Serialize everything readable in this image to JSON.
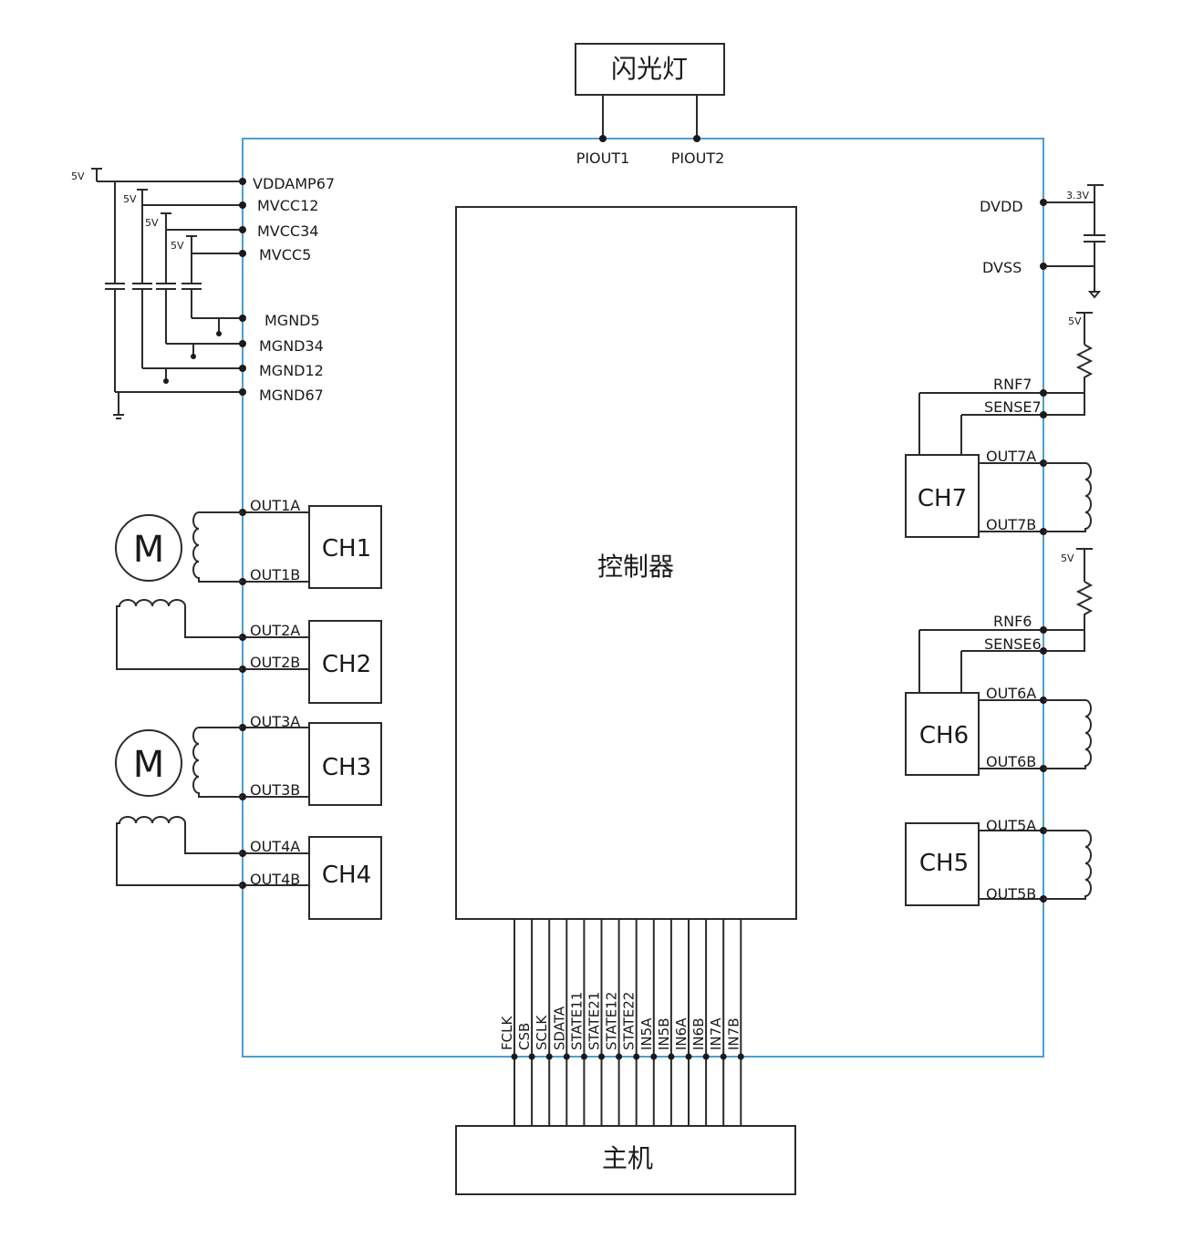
{
  "flash": {
    "label": "闪光灯"
  },
  "controller": {
    "label": "控制器"
  },
  "host": {
    "label": "主机"
  },
  "motor_symbol": "M",
  "top_pins": [
    "PIOUT1",
    "PIOUT2"
  ],
  "power_left": [
    "VDDAMP67",
    "MVCC12",
    "MVCC34",
    "MVCC5",
    "MGND5",
    "MGND34",
    "MGND12",
    "MGND67"
  ],
  "supply": {
    "v5": "5V",
    "v33": "3.3V"
  },
  "power_right": [
    "DVDD",
    "DVSS"
  ],
  "channels": [
    "CH1",
    "CH2",
    "CH3",
    "CH4",
    "CH5",
    "CH6",
    "CH7"
  ],
  "outputs_left": [
    "OUT1A",
    "OUT1B",
    "OUT2A",
    "OUT2B",
    "OUT3A",
    "OUT3B",
    "OUT4A",
    "OUT4B"
  ],
  "outputs_right": [
    "RNF7",
    "SENSE7",
    "OUT7A",
    "OUT7B",
    "RNF6",
    "SENSE6",
    "OUT6A",
    "OUT6B",
    "OUT5A",
    "OUT5B"
  ],
  "bus_signals": [
    "FCLK",
    "CSB",
    "SCLK",
    "SDATA",
    "STATE11",
    "STATE21",
    "STATE12",
    "STATE22",
    "IN5A",
    "IN5B",
    "IN6A",
    "IN6B",
    "IN7A",
    "IN7B"
  ],
  "colors": {
    "board_outline": "#4a9fd1",
    "wire": "#2b2b2b"
  }
}
